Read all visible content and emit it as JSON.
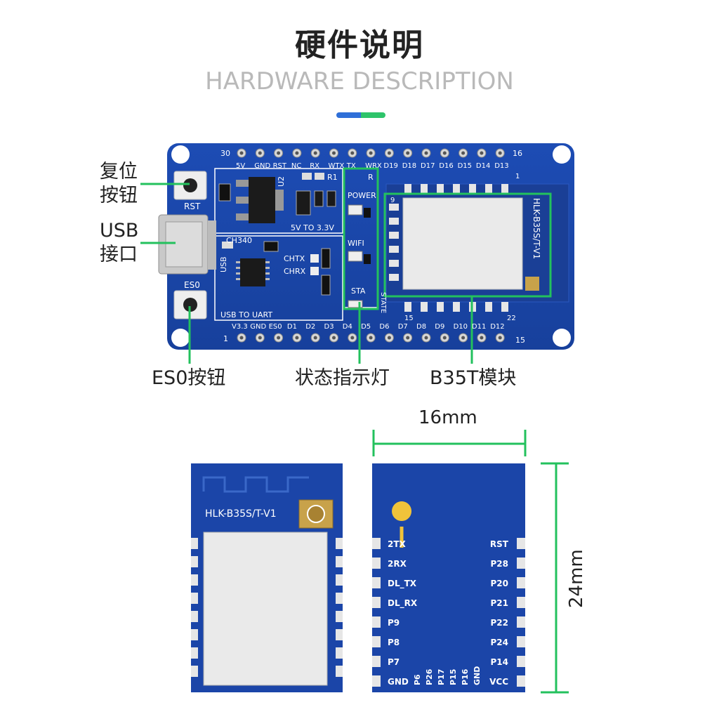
{
  "header": {
    "title_cn": "硬件说明",
    "title_en": "HARDWARE DESCRIPTION"
  },
  "colors": {
    "pcb_blue": "#1a45a8",
    "pcb_dark": "#153a8f",
    "accent_green": "#2ec46a",
    "accent_blue": "#2f6fd8",
    "callout_green": "#23c15d"
  },
  "callouts": {
    "reset_button": [
      "复位",
      "按钮"
    ],
    "usb_port": [
      "USB",
      "接口"
    ],
    "es0_button": "ES0按钮",
    "status_led": "状态指示灯",
    "b35t_module": "B35T模块"
  },
  "board": {
    "top_pin_numbers": [
      "30",
      "16"
    ],
    "top_pin_labels": [
      "5V",
      "GND",
      "RST",
      "NC",
      "RX",
      "WTX",
      "TX",
      "WRX",
      "D19",
      "D18",
      "D17",
      "D16",
      "D15",
      "D14",
      "D13"
    ],
    "bottom_pin_labels": [
      "V3.3",
      "GND",
      "ES0",
      "D1",
      "D2",
      "D3",
      "D4",
      "D5",
      "D6",
      "D7",
      "D8",
      "D9",
      "D10",
      "D11",
      "D12"
    ],
    "bottom_pin_numbers": [
      "1",
      "15"
    ],
    "rst_label": "RST",
    "es0_label": "ES0",
    "u2_label": "U2",
    "r1_labels": [
      "R1",
      "R"
    ],
    "regulator_label": "5V TO 3.3V",
    "power_label": "POWER",
    "wifi_label": "WIFI",
    "sta_label": "STA",
    "state_label": "STATE",
    "ch340_label": "CH340",
    "chtx_label": "CHTX",
    "chrx_label": "CHRX",
    "usb_label": "USB",
    "usb_to_uart": "USB TO UART",
    "module_name": "HLK-B35S/T-V1",
    "module_pin_numbers": [
      "9",
      "1",
      "15",
      "22"
    ]
  },
  "module_front": {
    "name": "HLK-B35S/T-V1"
  },
  "module_back": {
    "left_pins": [
      "2TX",
      "2RX",
      "DL_TX",
      "DL_RX",
      "P9",
      "P8",
      "P7",
      "GND"
    ],
    "right_pins": [
      "RST",
      "P28",
      "P20",
      "P21",
      "P22",
      "P24",
      "P14",
      "VCC"
    ],
    "bottom_pins": [
      "P6",
      "P26",
      "P17",
      "P15",
      "P16",
      "GND"
    ]
  },
  "dimensions": {
    "width": "16mm",
    "height": "24mm"
  }
}
